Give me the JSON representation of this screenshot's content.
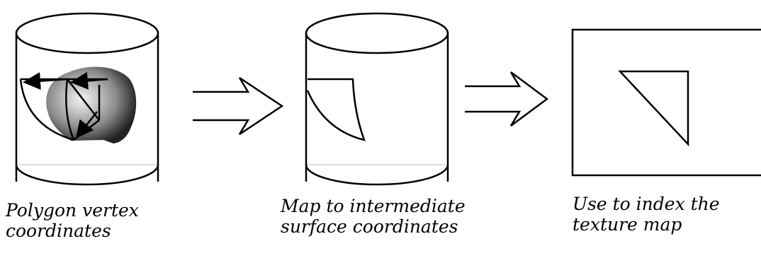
{
  "captions": {
    "step1": {
      "line1": "Polygon vertex",
      "line2": "coordinates"
    },
    "step2": {
      "line1": "Map to intermediate",
      "line2": "surface coordinates"
    },
    "step3": {
      "line1": "Use to index the",
      "line2": "texture map"
    }
  },
  "colors": {
    "stroke": "#000000",
    "background": "#ffffff",
    "blob_light": "#dcdcdc",
    "blob_dark": "#2a2a2a",
    "base_line": "#bbbbbb"
  }
}
